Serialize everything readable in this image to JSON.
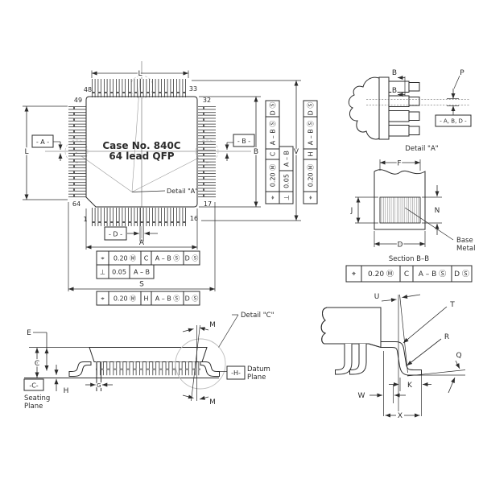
{
  "top_view": {
    "title1": "Case No. 840C",
    "title2": "64 lead QFP",
    "pin48": "48",
    "pin33": "33",
    "pin49": "49",
    "pin32": "32",
    "pin64": "64",
    "pin17": "17",
    "pin1": "1",
    "pin16": "16",
    "L_top": "L",
    "L_left": "L",
    "A": "A",
    "S": "S",
    "B": "B",
    "V": "V",
    "datumA": "- A -",
    "datumB": "- B -",
    "datumD": "- D -",
    "detailA_ref": "Detail \"A\""
  },
  "detail_a": {
    "caption": "Detail \"A\"",
    "B1": "B",
    "B2": "B",
    "P": "P",
    "datums": "- A, B, D -"
  },
  "section_bb": {
    "caption": "Section B–B",
    "F": "F",
    "J": "J",
    "N": "N",
    "D": "D",
    "base1": "Base",
    "base2": "Metal"
  },
  "side_view": {
    "E": "E",
    "C": "C",
    "H": "H",
    "G": "G",
    "M1": "M",
    "M2": "M",
    "datumC": "-C-",
    "seat1": "Seating",
    "seat2": "Plane",
    "datumH": "-H-",
    "dat1": "Datum",
    "dat2": "Plane",
    "detailC_ref": "Detail \"C\""
  },
  "detail_c": {
    "U": "U",
    "T": "T",
    "R": "R",
    "Q": "Q",
    "K": "K",
    "W": "W",
    "X": "X"
  },
  "fcf": {
    "pos_c": {
      "h": 17,
      "f": 8,
      "cells": [
        {
          "t": "⌖",
          "w": 15
        },
        {
          "t": "0.20 Ⓜ",
          "w": 40
        },
        {
          "t": "C",
          "w": 13
        },
        {
          "t": "A – B Ⓢ",
          "w": 40
        },
        {
          "t": "D Ⓢ",
          "w": 20
        }
      ]
    },
    "perp": {
      "h": 17,
      "f": 8,
      "cells": [
        {
          "t": "⊥",
          "w": 15
        },
        {
          "t": "0.05",
          "w": 26
        },
        {
          "t": "A – B",
          "w": 30
        }
      ]
    },
    "pos_h": {
      "h": 17,
      "f": 8,
      "cells": [
        {
          "t": "⌖",
          "w": 15
        },
        {
          "t": "0.20 Ⓜ",
          "w": 40
        },
        {
          "t": "H",
          "w": 13
        },
        {
          "t": "A – B Ⓢ",
          "w": 40
        },
        {
          "t": "D Ⓢ",
          "w": 20
        }
      ]
    },
    "pos_c_lg": {
      "h": 20,
      "f": 9,
      "cells": [
        {
          "t": "⌖",
          "w": 19
        },
        {
          "t": "0.20 Ⓜ",
          "w": 48
        },
        {
          "t": "C",
          "w": 16
        },
        {
          "t": "A – B Ⓢ",
          "w": 48
        },
        {
          "t": "D Ⓢ",
          "w": 25
        }
      ]
    }
  }
}
